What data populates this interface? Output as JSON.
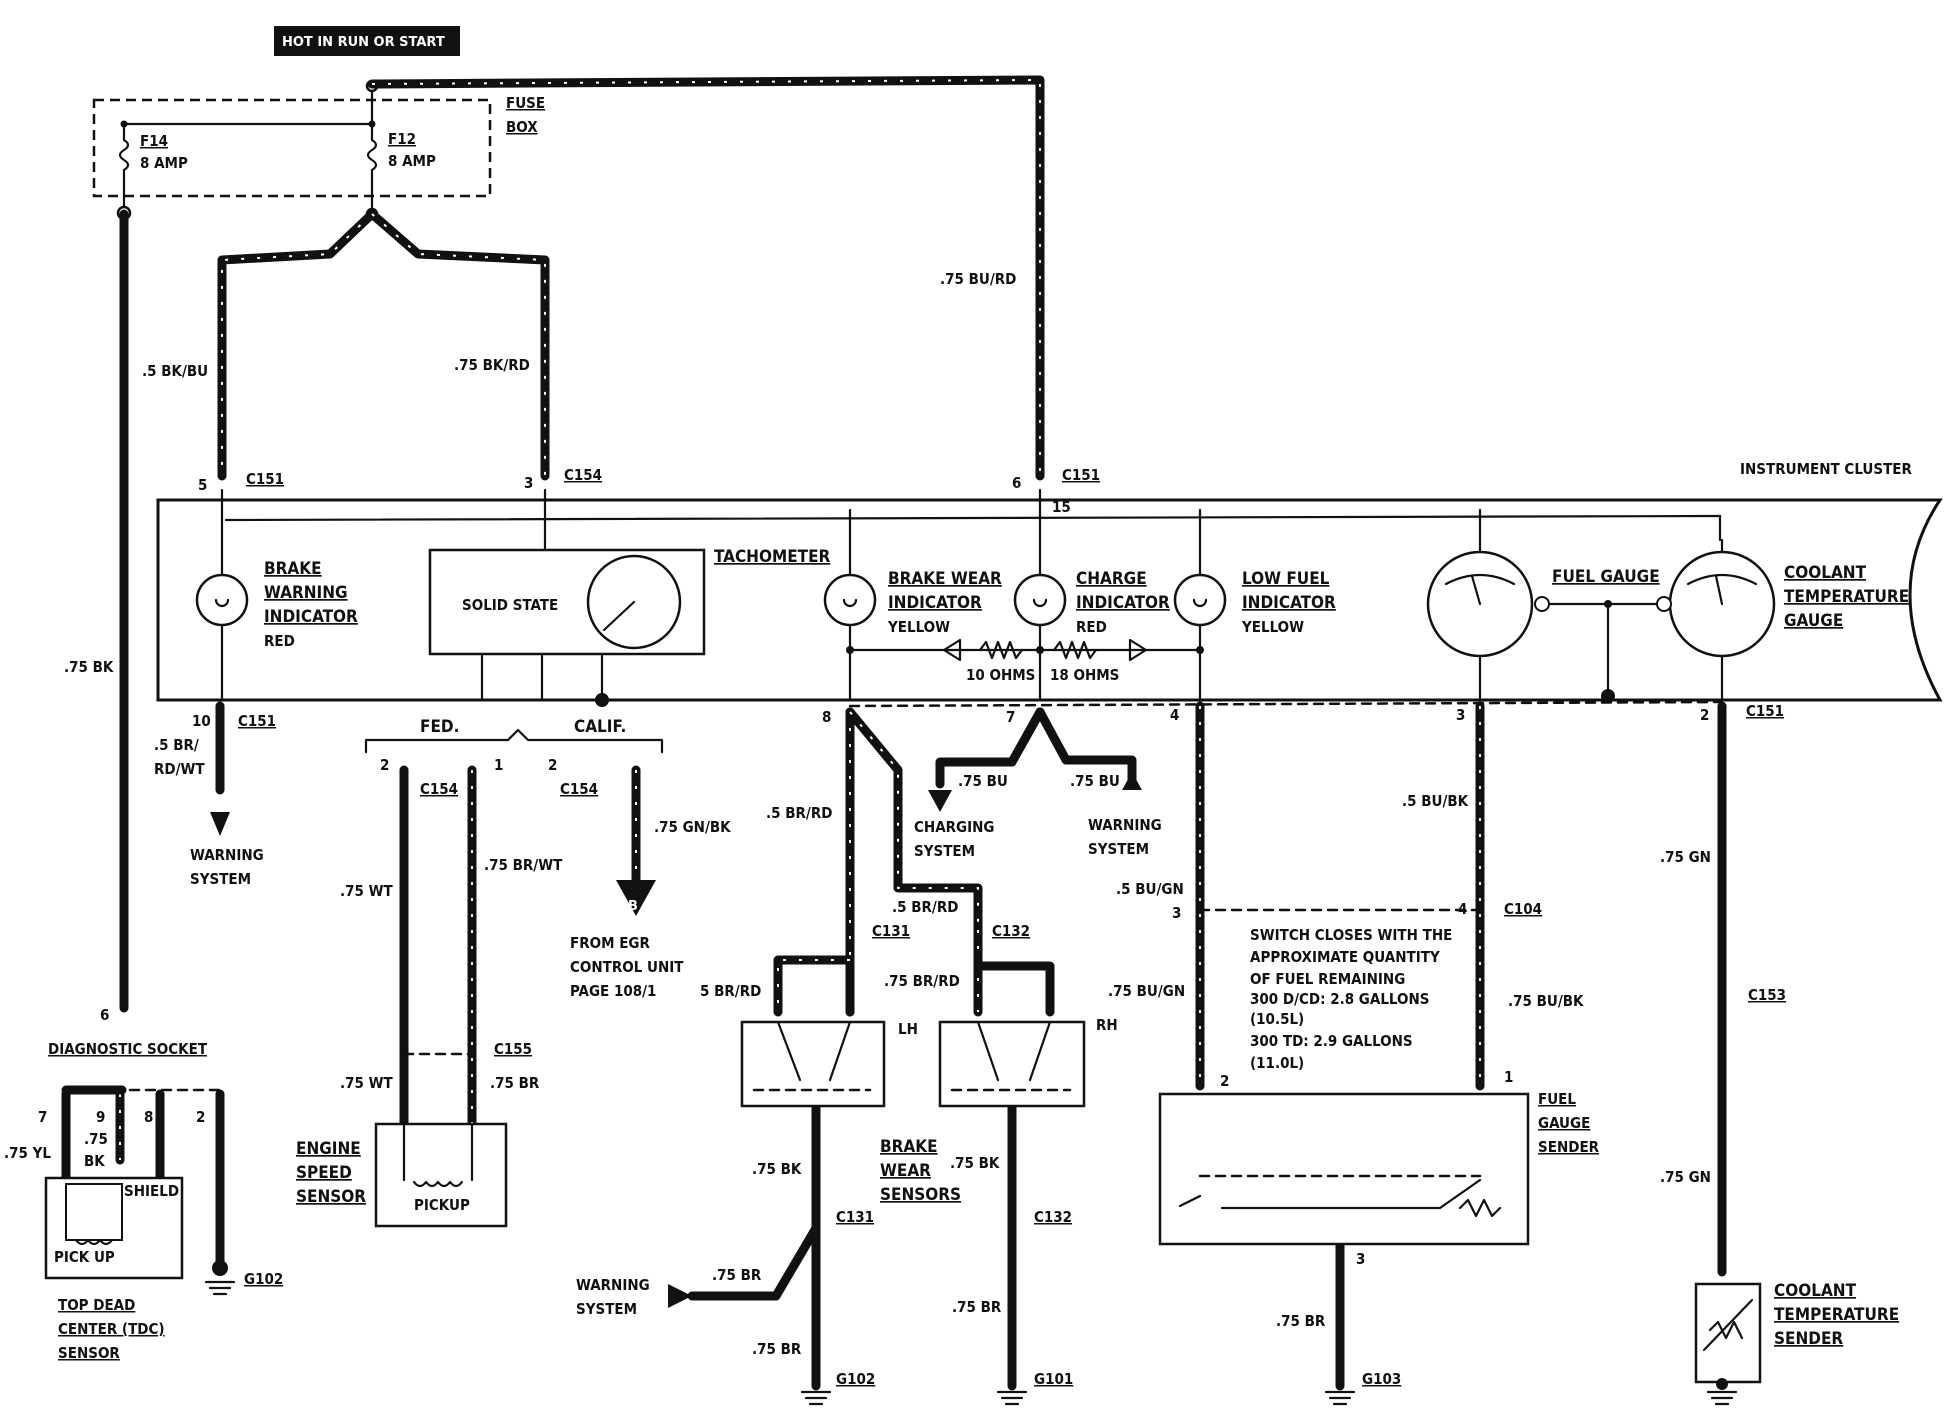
{
  "header": {
    "hot_label": "HOT IN RUN OR START"
  },
  "fuse_box": {
    "label_1": "FUSE",
    "label_2": "BOX",
    "fuse_a": {
      "name": "F14",
      "rating": "8 AMP"
    },
    "fuse_b": {
      "name": "F12",
      "rating": "8 AMP"
    }
  },
  "wires": {
    "w_bk_bu": ".5 BK/BU",
    "w_bk_rd": ".75 BK/RD",
    "w_bu_rd": ".75 BU/RD",
    "w_bk": ".75 BK",
    "w_br_rd_wt_1": ".5 BR/",
    "w_br_rd_wt_2": "RD/WT",
    "w_wt": ".75 WT",
    "w_br_wt": ".75 BR/WT",
    "w_gn_bk": ".75 GN/BK",
    "w_br_rd_a": ".5 BR/RD",
    "w_br_rd_b": ".5 BR/RD",
    "w_br_rd_c": "5 BR/RD",
    "w_br_rd_d": ".75 BR/RD",
    "w_bu_a": ".75 BU",
    "w_bu_b": ".75 BU",
    "w_bu_gn_a": ".5 BU/GN",
    "w_bu_gn_b": ".75 BU/GN",
    "w_bu_bk_a": ".5 BU/BK",
    "w_bu_bk_b": ".75 BU/BK",
    "w_gn_a": ".75 GN",
    "w_gn_b": ".75 GN",
    "w_wt_b": ".75 WT",
    "w_br_b": ".75 BR",
    "w_yl": ".75 YL",
    "w_bk_tdc_1": ".75",
    "w_bk_tdc_2": "BK",
    "w_bk_lh": ".75 BK",
    "w_bk_rh": ".75 BK",
    "w_br_lh": ".75 BR",
    "w_br_lh2": ".75 BR",
    "w_br_rh": ".75 BR",
    "w_br_fuel": ".75 BR"
  },
  "connectors": {
    "c151_a": "C151",
    "c154_a": "C154",
    "c151_b": "C151",
    "c151_c": "C151",
    "c151_d": "C151",
    "c154_b": "C154",
    "c154_c": "C154",
    "c155": "C155",
    "c131_a": "C131",
    "c132_a": "C132",
    "c131_b": "C131",
    "c132_b": "C132",
    "c104": "C104",
    "c153": "C153"
  },
  "pins": {
    "p5": "5",
    "p3": "3",
    "p6": "6",
    "p15": "15",
    "p10": "10",
    "p8": "8",
    "p7": "7",
    "p4": "4",
    "p3b": "3",
    "p2": "2",
    "p2b": "2",
    "p1": "1",
    "p2c": "2",
    "p3c": "3",
    "p4b": "4",
    "p2d": "2",
    "p1b": "1",
    "p3d": "3",
    "p6b": "6",
    "p7b": "7",
    "p9": "9",
    "p8b": "8",
    "p2e": "2"
  },
  "cluster": {
    "title": "INSTRUMENT CLUSTER",
    "brake_warning": [
      "BRAKE",
      "WARNING",
      "INDICATOR"
    ],
    "brake_warning_color": "RED",
    "solid_state": "SOLID STATE",
    "tachometer": "TACHOMETER",
    "brake_wear": [
      "BRAKE WEAR",
      "INDICATOR"
    ],
    "brake_wear_color": "YELLOW",
    "charge": [
      "CHARGE",
      "INDICATOR"
    ],
    "charge_color": "RED",
    "low_fuel": [
      "LOW FUEL",
      "INDICATOR"
    ],
    "low_fuel_color": "YELLOW",
    "fuel_gauge": "FUEL GAUGE",
    "coolant": [
      "COOLANT",
      "TEMPERATURE",
      "GAUGE"
    ],
    "res_a": "10 OHMS",
    "res_b": "18 OHMS"
  },
  "labels": {
    "fed": "FED.",
    "calif": "CALIF.",
    "warning_system_a": [
      "WARNING",
      "SYSTEM"
    ],
    "warning_system_b": [
      "WARNING",
      "SYSTEM"
    ],
    "warning_system_c": [
      "WARNING",
      "SYSTEM"
    ],
    "charging_system": [
      "CHARGING",
      "SYSTEM"
    ],
    "egr": [
      "FROM EGR",
      "CONTROL UNIT",
      "PAGE 108/1"
    ],
    "egr_marker": "B",
    "diagnostic_socket": "DIAGNOSTIC SOCKET",
    "shield": "SHIELD",
    "pick_up": "PICK UP",
    "tdc": [
      "TOP DEAD",
      "CENTER (TDC)",
      "SENSOR"
    ],
    "engine_speed": [
      "ENGINE",
      "SPEED",
      "SENSOR"
    ],
    "pickup": "PICKUP",
    "lh": "LH",
    "rh": "RH",
    "brake_wear_sensors": [
      "BRAKE",
      "WEAR",
      "SENSORS"
    ],
    "switch_note": [
      "SWITCH CLOSES WITH THE",
      "APPROXIMATE QUANTITY",
      "OF FUEL REMAINING",
      "300 D/CD: 2.8 GALLONS",
      "(10.5L)",
      "300 TD: 2.9 GALLONS",
      "(11.0L)"
    ],
    "fuel_sender": [
      "FUEL",
      "GAUGE",
      "SENDER"
    ],
    "coolant_sender": [
      "COOLANT",
      "TEMPERATURE",
      "SENDER"
    ],
    "g102_a": "G102",
    "g102_b": "G102",
    "g101": "G101",
    "g103": "G103"
  }
}
